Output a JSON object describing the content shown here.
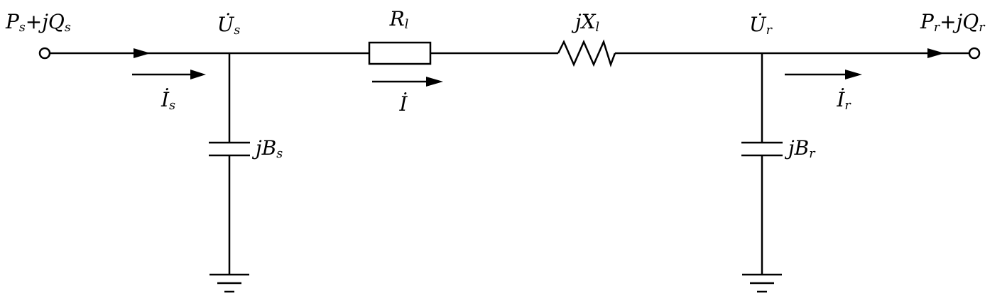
{
  "colors": {
    "stroke": "#000000",
    "background": "#ffffff",
    "text": "#000000"
  },
  "labels": {
    "source_power": {
      "parts": [
        "P",
        "s",
        "+jQ",
        "s"
      ]
    },
    "sending_voltage": {
      "parts": [
        "U̇",
        "s"
      ]
    },
    "sending_current": {
      "parts": [
        "İ",
        "s"
      ]
    },
    "series_resistance": {
      "parts": [
        "R",
        "l"
      ]
    },
    "line_current": {
      "parts": [
        "İ"
      ]
    },
    "series_reactance": {
      "parts": [
        "jX",
        "l"
      ]
    },
    "receiving_voltage": {
      "parts": [
        "U̇",
        "r"
      ]
    },
    "receiving_current": {
      "parts": [
        "İ",
        "r"
      ]
    },
    "shunt_susceptance_left": {
      "parts": [
        "jB",
        "s"
      ]
    },
    "shunt_susceptance_right": {
      "parts": [
        "jB",
        "r"
      ]
    },
    "receive_power": {
      "parts": [
        "P",
        "r",
        "+jQ",
        "r"
      ]
    }
  }
}
